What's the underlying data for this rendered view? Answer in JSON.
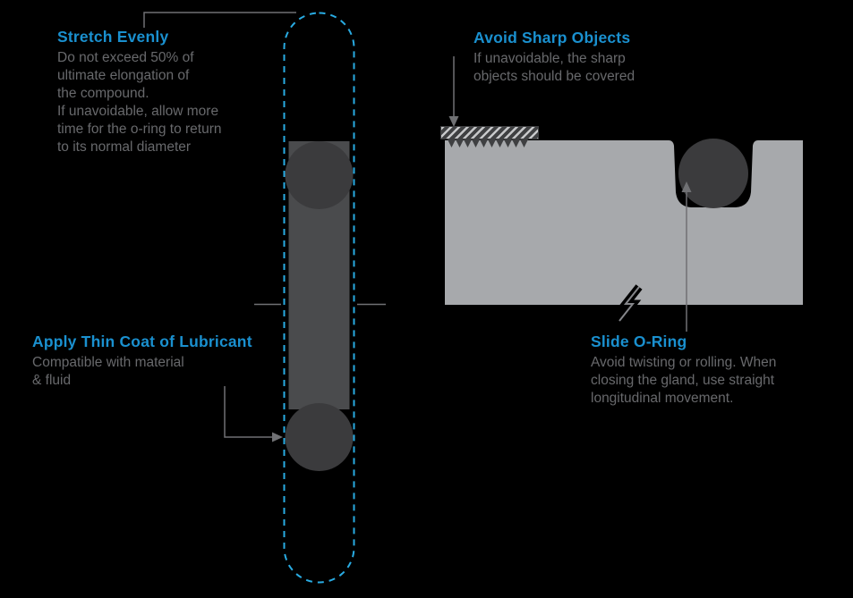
{
  "colors": {
    "background": "#000000",
    "heading_blue": "#1a90cf",
    "dashed_outline_blue": "#29abe2",
    "body_text_gray": "#68696c",
    "oring_dark": "#3b3b3d",
    "oring_band_gray": "#4a4b4d",
    "gland_gray": "#a7a9ac",
    "line_gray": "#707174"
  },
  "annotations": {
    "stretch_evenly": {
      "title": "Stretch Evenly",
      "body": "Do not exceed 50% of\nultimate elongation of\nthe compound.\nIf unavoidable, allow more\ntime for the o-ring to return\nto its normal diameter"
    },
    "apply_lubricant": {
      "title": "Apply Thin Coat of Lubricant",
      "body": "Compatible with material\n& fluid"
    },
    "avoid_sharp_objects": {
      "title": "Avoid Sharp Objects",
      "body": "If unavoidable, the sharp\nobjects should be covered"
    },
    "slide_oring": {
      "title": "Slide O-Ring",
      "body": "Avoid twisting or rolling. When\nclosing the gland, use straight\nlongitudinal movement."
    }
  }
}
